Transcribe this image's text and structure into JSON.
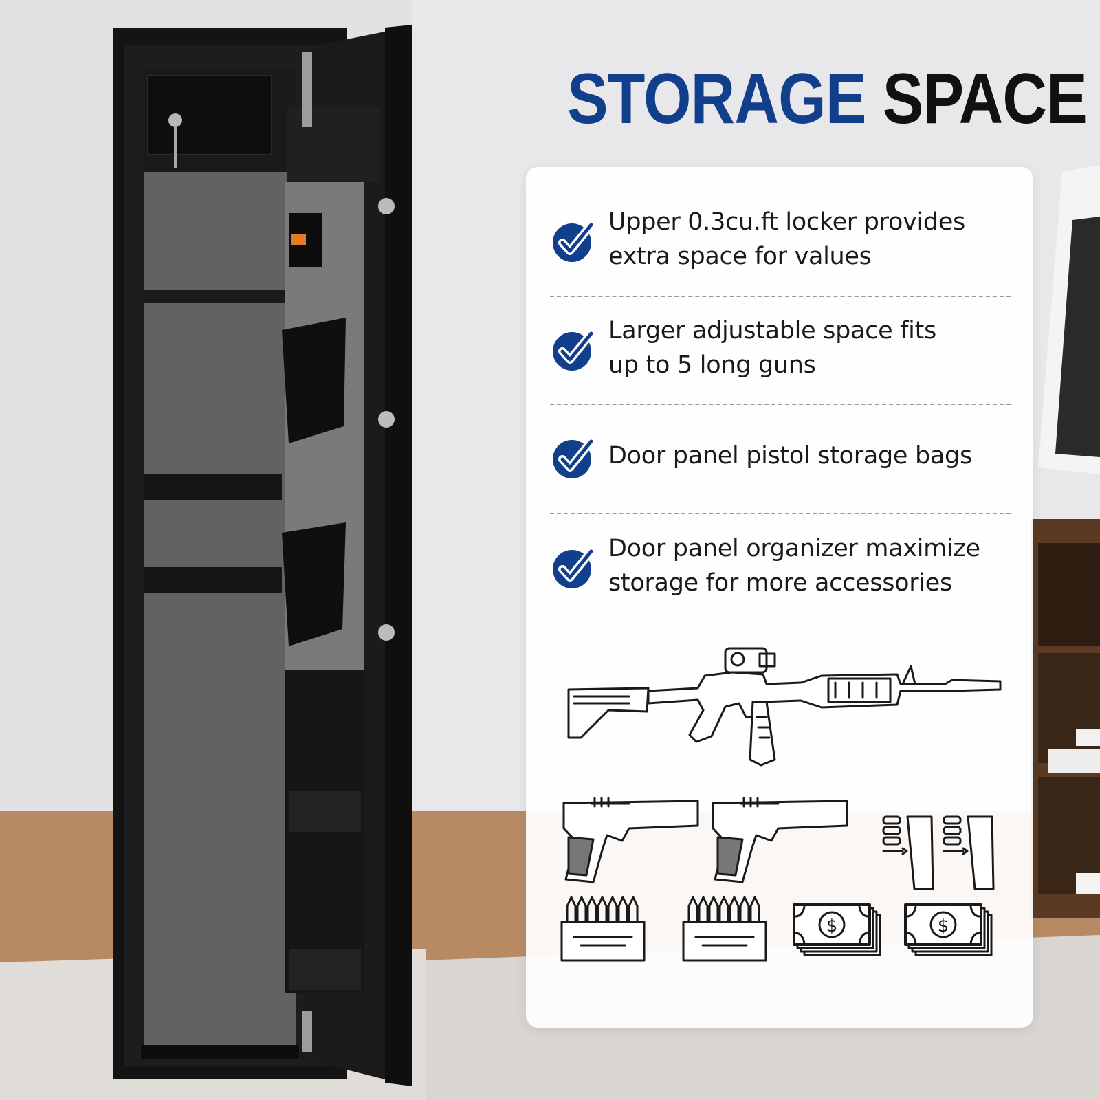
{
  "headline": {
    "word1": "STORAGE",
    "word2": "SPACE"
  },
  "features": [
    {
      "icon": "checkmark-icon",
      "line1": "Upper 0.3cu.ft locker provides",
      "line2": "extra space for values"
    },
    {
      "icon": "checkmark-icon",
      "line1": "Larger adjustable space fits",
      "line2": "up to 5 long guns"
    },
    {
      "icon": "checkmark-icon",
      "line1": "Door panel pistol storage bags",
      "line2": ""
    },
    {
      "icon": "checkmark-icon",
      "line1": "Door panel organizer maximize",
      "line2": "storage for more accessories"
    }
  ],
  "illustration_icons": [
    "rifle-icon",
    "pistol-icon",
    "pistol-icon",
    "magazine-icon",
    "magazine-icon",
    "ammo-box-icon",
    "ammo-box-icon",
    "cash-stack-icon",
    "cash-stack-icon"
  ],
  "colors": {
    "accent": "#123f8c",
    "headline_dark": "#111111",
    "card": "#ffffff"
  }
}
